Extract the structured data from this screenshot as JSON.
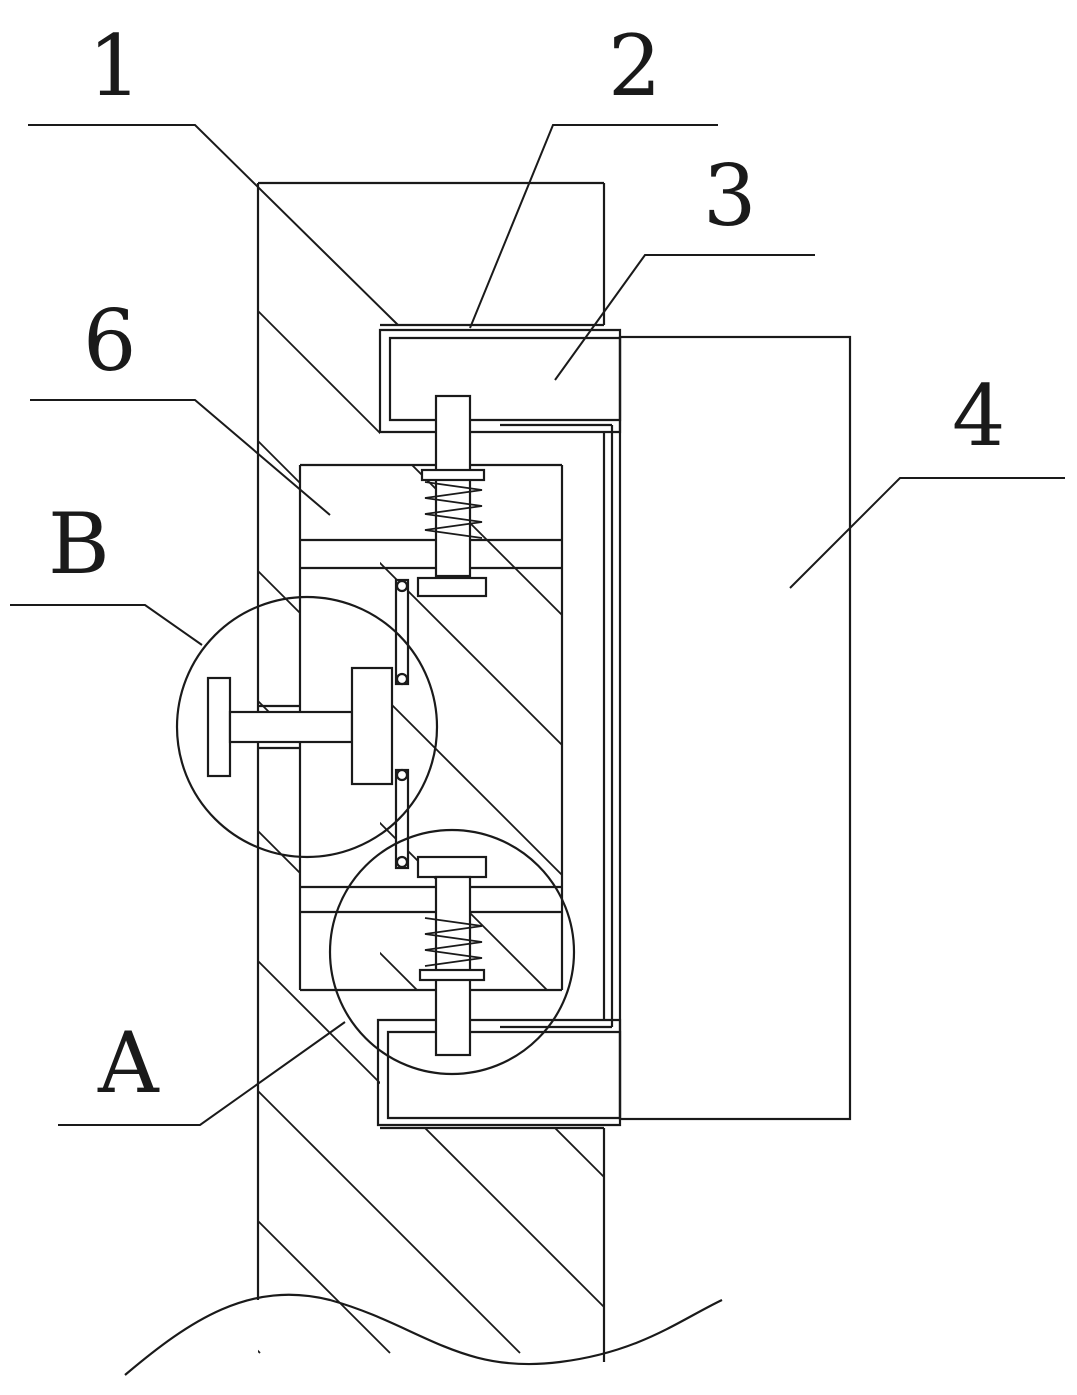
{
  "figure": {
    "labels": {
      "part_1": "1",
      "part_2": "2",
      "part_3": "3",
      "part_4": "4",
      "part_6": "6",
      "detail_A": "A",
      "detail_B": "B"
    },
    "colors": {
      "line": "#1a1a1a",
      "background": "#ffffff"
    }
  }
}
